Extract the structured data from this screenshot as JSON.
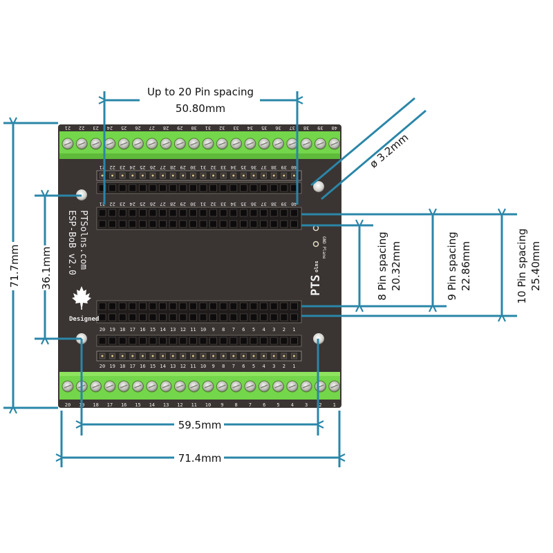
{
  "board": {
    "name": "ESP-BoB v2.0",
    "maker_url": "PTSolns.com",
    "badge_text": "Designed",
    "logo_text": "PTS",
    "logo_sub": "olns",
    "gnd_label": "GND Plane",
    "colors": {
      "pcb": "#3a3432",
      "terminal_green": "#74d64a",
      "dimension_line": "#2a86a8"
    },
    "top_terminal_pins": [
      "21",
      "22",
      "23",
      "24",
      "25",
      "26",
      "27",
      "28",
      "29",
      "30",
      "31",
      "32",
      "33",
      "34",
      "35",
      "36",
      "37",
      "38",
      "39",
      "40"
    ],
    "bottom_terminal_pins": [
      "20",
      "19",
      "18",
      "17",
      "16",
      "15",
      "14",
      "13",
      "12",
      "11",
      "10",
      "9",
      "8",
      "7",
      "6",
      "5",
      "4",
      "3",
      "2",
      "1"
    ],
    "header_pins_top": [
      "21",
      "22",
      "23",
      "24",
      "25",
      "26",
      "27",
      "28",
      "29",
      "30",
      "31",
      "32",
      "33",
      "34",
      "35",
      "36",
      "37",
      "38",
      "39",
      "40"
    ],
    "header_pins_bottom": [
      "20",
      "19",
      "18",
      "17",
      "16",
      "15",
      "14",
      "13",
      "12",
      "11",
      "10",
      "9",
      "8",
      "7",
      "6",
      "5",
      "4",
      "3",
      "2",
      "1"
    ]
  },
  "dimensions": {
    "pin_spacing_top": {
      "label": "Up to 20 Pin spacing",
      "value": "50.80mm"
    },
    "hole_diameter": {
      "value": "ø 3.2mm"
    },
    "overall_height": {
      "value": "71.7mm"
    },
    "hole_vertical": {
      "value": "36.1mm"
    },
    "spacing_8": {
      "label": "8 Pin spacing",
      "value": "20.32mm"
    },
    "spacing_9": {
      "label": "9 Pin spacing",
      "value": "22.86mm"
    },
    "spacing_10": {
      "label": "10 Pin spacing",
      "value": "25.40mm"
    },
    "hole_horizontal": {
      "value": "59.5mm"
    },
    "overall_width": {
      "value": "71.4mm"
    }
  }
}
